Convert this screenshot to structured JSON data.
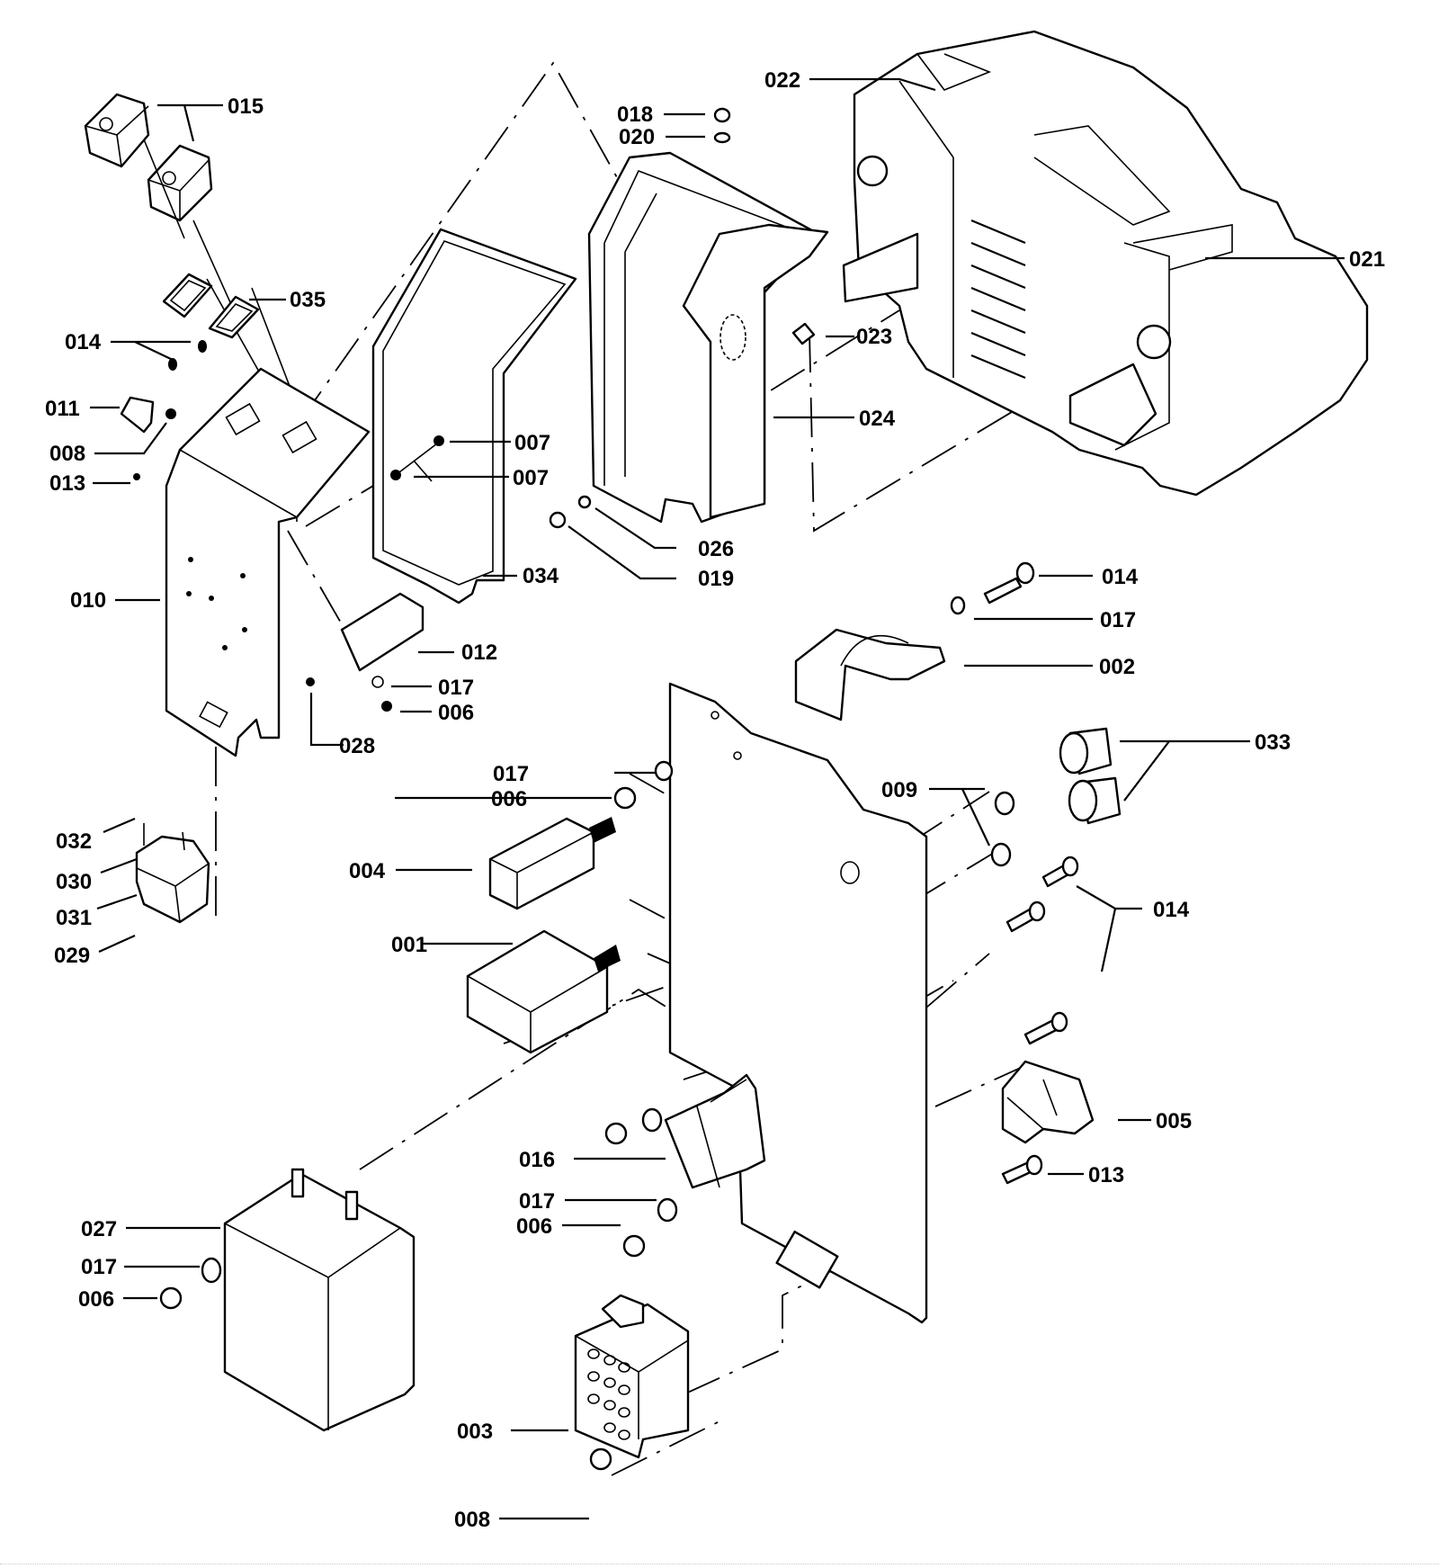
{
  "diagram": {
    "title": "Exploded parts diagram",
    "labels": [
      {
        "id": "l015",
        "text": "015"
      },
      {
        "id": "l035",
        "text": "035"
      },
      {
        "id": "l014a",
        "text": "014"
      },
      {
        "id": "l011",
        "text": "011"
      },
      {
        "id": "l008a",
        "text": "008"
      },
      {
        "id": "l013a",
        "text": "013"
      },
      {
        "id": "l010",
        "text": "010"
      },
      {
        "id": "l007a",
        "text": "007"
      },
      {
        "id": "l007b",
        "text": "007"
      },
      {
        "id": "l034",
        "text": "034"
      },
      {
        "id": "l012",
        "text": "012"
      },
      {
        "id": "l017a",
        "text": "017"
      },
      {
        "id": "l006a",
        "text": "006"
      },
      {
        "id": "l028",
        "text": "028"
      },
      {
        "id": "l032",
        "text": "032"
      },
      {
        "id": "l030",
        "text": "030"
      },
      {
        "id": "l031",
        "text": "031"
      },
      {
        "id": "l029",
        "text": "029"
      },
      {
        "id": "l018",
        "text": "018"
      },
      {
        "id": "l020",
        "text": "020"
      },
      {
        "id": "l022",
        "text": "022"
      },
      {
        "id": "l021",
        "text": "021"
      },
      {
        "id": "l023",
        "text": "023"
      },
      {
        "id": "l024",
        "text": "024"
      },
      {
        "id": "l026",
        "text": "026"
      },
      {
        "id": "l019",
        "text": "019"
      },
      {
        "id": "l014b",
        "text": "014"
      },
      {
        "id": "l017b",
        "text": "017"
      },
      {
        "id": "l002",
        "text": "002"
      },
      {
        "id": "l033",
        "text": "033"
      },
      {
        "id": "l009",
        "text": "009"
      },
      {
        "id": "l014c",
        "text": "014"
      },
      {
        "id": "l017c",
        "text": "017"
      },
      {
        "id": "l006b",
        "text": "006"
      },
      {
        "id": "l004",
        "text": "004"
      },
      {
        "id": "l001",
        "text": "001"
      },
      {
        "id": "l005",
        "text": "005"
      },
      {
        "id": "l013b",
        "text": "013"
      },
      {
        "id": "l016",
        "text": "016"
      },
      {
        "id": "l017d",
        "text": "017"
      },
      {
        "id": "l006c",
        "text": "006"
      },
      {
        "id": "l027",
        "text": "027"
      },
      {
        "id": "l017e",
        "text": "017"
      },
      {
        "id": "l006d",
        "text": "006"
      },
      {
        "id": "l003",
        "text": "003"
      },
      {
        "id": "l008b",
        "text": "008"
      }
    ]
  }
}
